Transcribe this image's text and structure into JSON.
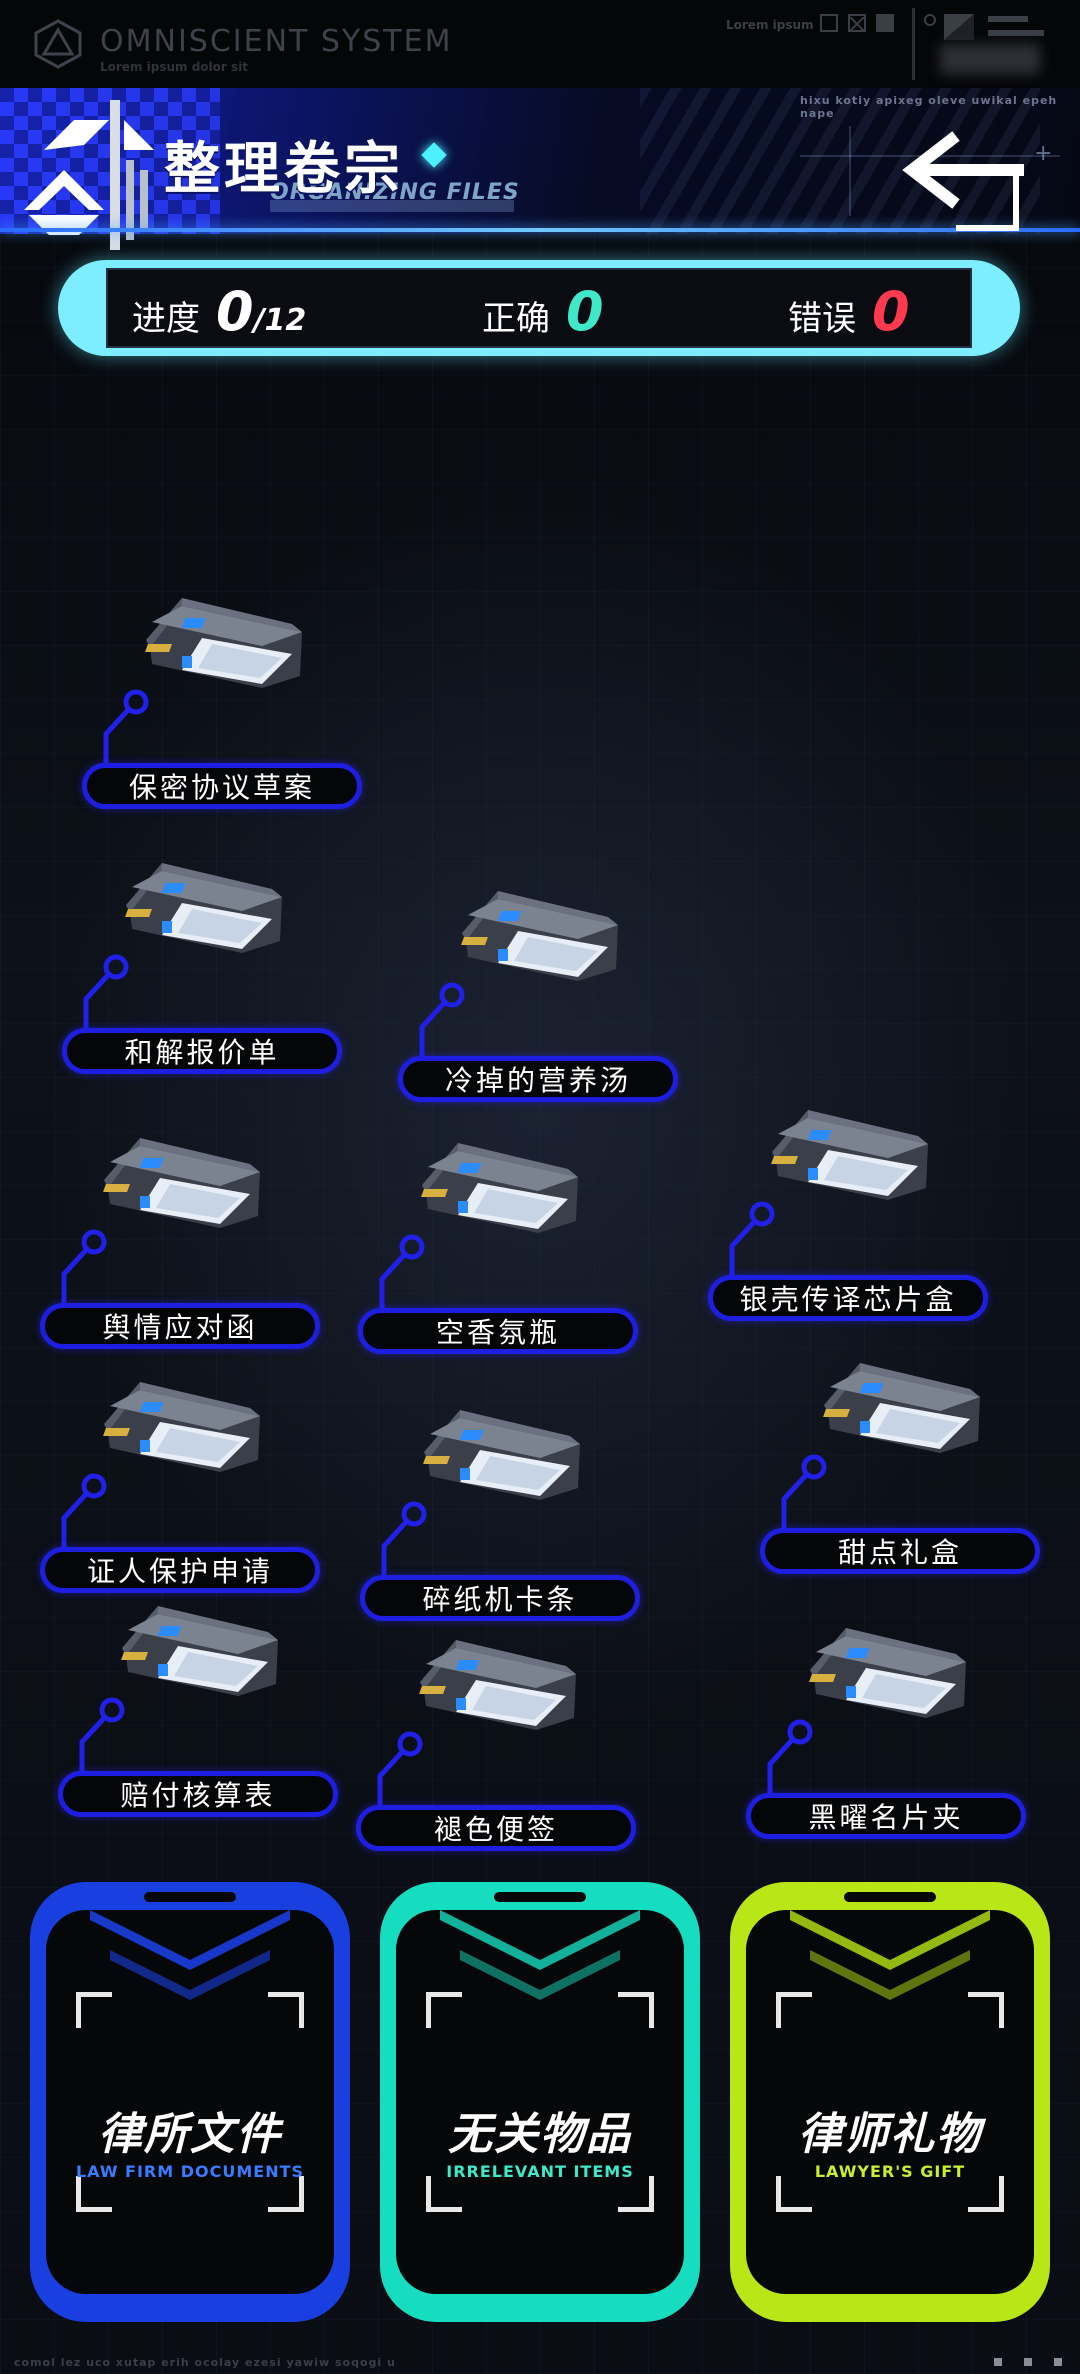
{
  "topbar": {
    "system_title": "OMNISCIENT  SYSTEM",
    "system_subtitle": "Lorem ipsum dolor sit",
    "lorem": "Lorem ipsum"
  },
  "header": {
    "title": "整理卷宗",
    "subtitle_en": "ORGANIZING FILES",
    "tiny_text": "hixu kotiy apixeg oleve uwikal epeh nape",
    "back_label": "back",
    "accent": "#1d2cd8"
  },
  "progress": {
    "progress_label": "进度",
    "progress_value": "0",
    "progress_total": "/12",
    "correct_label": "正确",
    "correct_value": "0",
    "wrong_label": "错误",
    "wrong_value": "0",
    "colors": {
      "panel": "#7deeff",
      "correct": "#3ee8c8",
      "wrong": "#ff3a4e",
      "progress": "#ffffff"
    }
  },
  "items": [
    {
      "label": "保密协议草案"
    },
    {
      "label": "和解报价单"
    },
    {
      "label": "冷掉的营养汤"
    },
    {
      "label": "银壳传译芯片盒"
    },
    {
      "label": "舆情应对函"
    },
    {
      "label": "空香氛瓶"
    },
    {
      "label": "甜点礼盒"
    },
    {
      "label": "证人保护申请"
    },
    {
      "label": "碎纸机卡条"
    },
    {
      "label": "赔付核算表"
    },
    {
      "label": "褪色便签"
    },
    {
      "label": "黑曜名片夹"
    }
  ],
  "bins": [
    {
      "cn": "律所文件",
      "en": "LAW FIRM DOCUMENTS",
      "color": "#1a3fe0",
      "en_color": "#3a7cff"
    },
    {
      "cn": "无关物品",
      "en": "IRRELEVANT ITEMS",
      "color": "#16dcc0",
      "en_color": "#3ee8c8"
    },
    {
      "cn": "律师礼物",
      "en": "LAWYER'S GIFT",
      "color": "#b8e616",
      "en_color": "#c8f030"
    }
  ],
  "footer": {
    "text": "comol lez uco xutap erih ocolay ezesi yawiw soqogi u"
  }
}
